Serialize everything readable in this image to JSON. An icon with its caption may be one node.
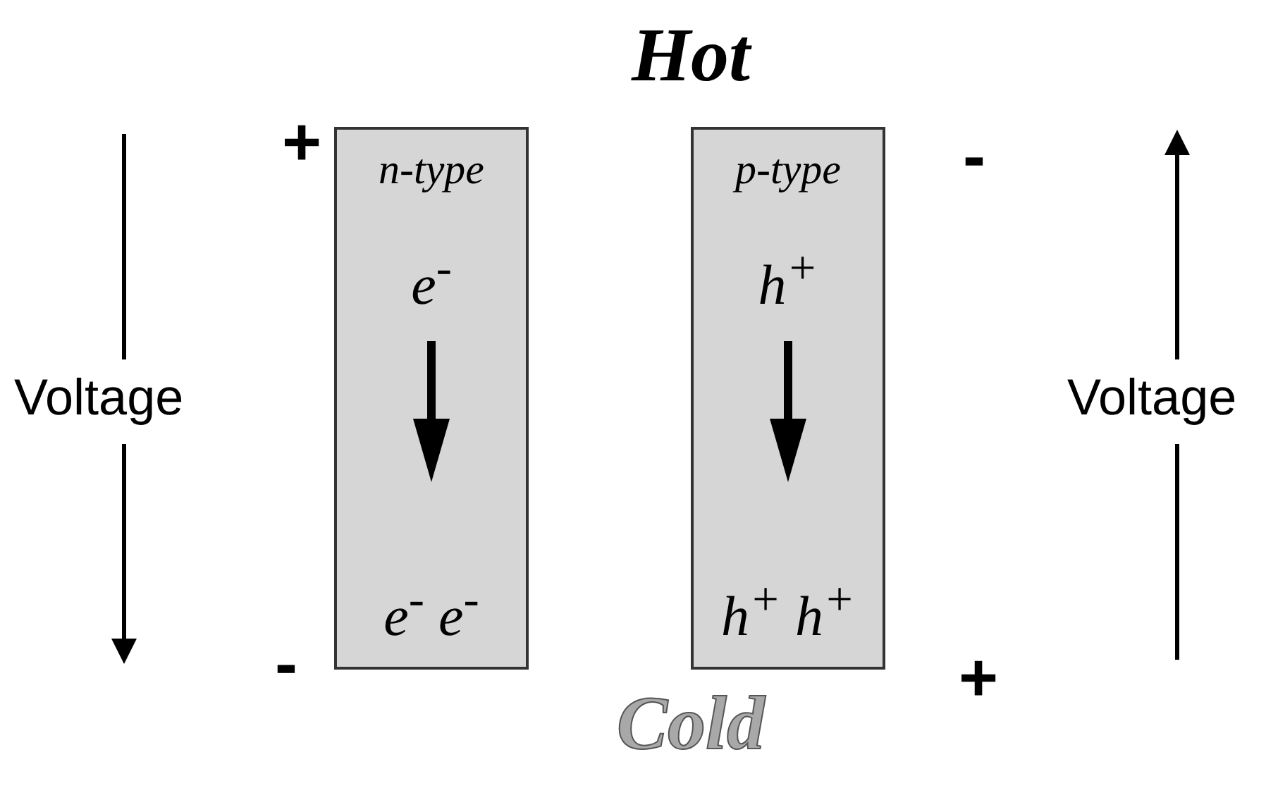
{
  "diagram": {
    "title": "Hot",
    "caption": "Cold",
    "nodes": [
      {
        "text": [
          "n-type",
          "e$^{-}$",
          "e$^{-}$ e$^{-}$"
        ]
      },
      {
        "text": [
          "p-type",
          "h$^{+}$",
          "h$^{+}$ h$^{+}$"
        ]
      }
    ],
    "labels": [
      "+",
      "-",
      "Voltage",
      "Voltage",
      "-",
      "+"
    ]
  }
}
